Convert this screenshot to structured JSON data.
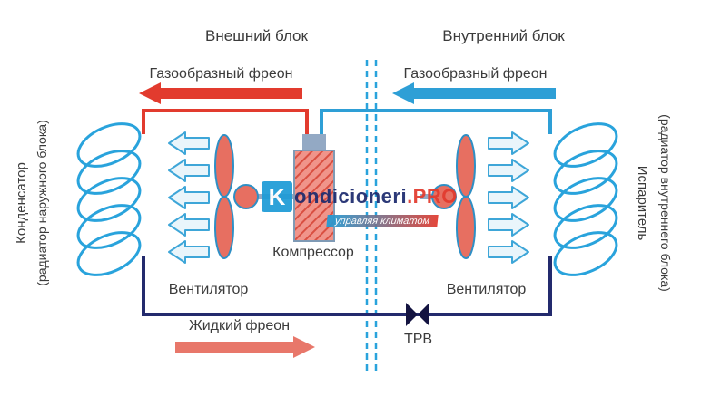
{
  "diagram": {
    "outdoor_title": "Внешний блок",
    "indoor_title": "Внутренний блок",
    "gas_freon_outdoor": "Газообразный фреон",
    "gas_freon_indoor": "Газообразный фреон",
    "condenser_main": "Конденсатор",
    "condenser_sub": "(радиатор наружного блока)",
    "evaporator_main": "Испаритель",
    "evaporator_sub": "(радиатор внутреннего блока)",
    "compressor": "Компрессор",
    "fan_outdoor": "Вентилятор",
    "fan_indoor": "Вентилятор",
    "liquid_freon": "Жидкий фреон",
    "trv": "ТРВ"
  },
  "watermark": {
    "k": "K",
    "name": "ondicioneri",
    "suffix": ".PRO",
    "tagline": "управляя климатом"
  },
  "colors": {
    "coil_blue": "#29a3dc",
    "pipe_red": "#e23b2e",
    "pipe_blue": "#2e9fd6",
    "pipe_navy": "#232a6d",
    "fan_fill": "#e76f61",
    "fan_stroke": "#2f8fc5",
    "airflow_arrow_outline": "#3ea6d8",
    "liquid_arrow": "#e8776a",
    "valve_dark": "#141441",
    "text": "#3b3b3b",
    "brand_blue": "#1e9cd7",
    "brand_navy": "#1d2b6e",
    "brand_red": "#e23b2e"
  }
}
